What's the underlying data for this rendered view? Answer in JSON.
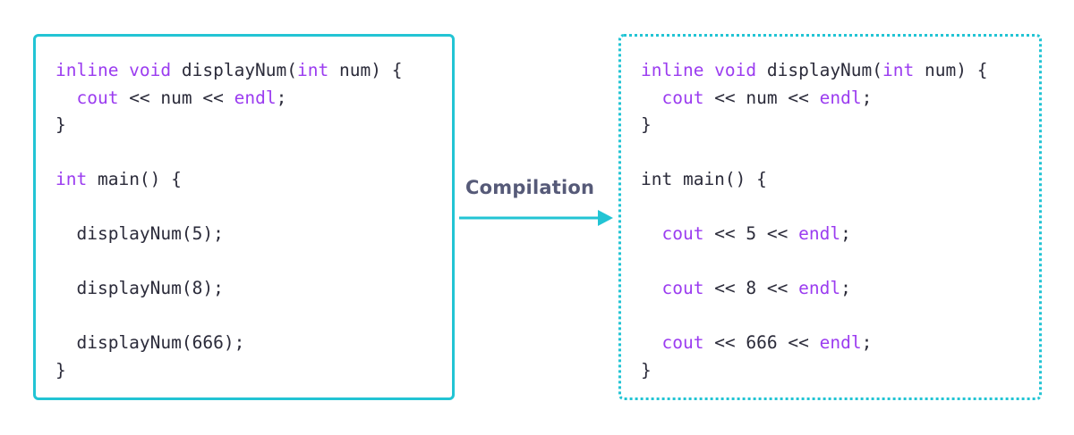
{
  "colors": {
    "border": "#22c4d4",
    "keyword": "#9b3cf0",
    "text": "#2b2b3a",
    "label": "#565a78"
  },
  "arrow": {
    "label": "Compilation"
  },
  "left_code": {
    "lines": [
      [
        {
          "t": "inline void",
          "k": true
        },
        {
          "t": " displayNum(",
          "k": false
        },
        {
          "t": "int",
          "k": true
        },
        {
          "t": " num) {",
          "k": false
        }
      ],
      [
        {
          "t": "  ",
          "k": false
        },
        {
          "t": "cout",
          "k": true
        },
        {
          "t": " << num << ",
          "k": false
        },
        {
          "t": "endl",
          "k": true
        },
        {
          "t": ";",
          "k": false
        }
      ],
      [
        {
          "t": "}",
          "k": false
        }
      ],
      [],
      [
        {
          "t": "int",
          "k": true
        },
        {
          "t": " main() {",
          "k": false
        }
      ],
      [],
      [
        {
          "t": "  displayNum(5);",
          "k": false
        }
      ],
      [],
      [
        {
          "t": "  displayNum(8);",
          "k": false
        }
      ],
      [],
      [
        {
          "t": "  displayNum(666);",
          "k": false
        }
      ],
      [
        {
          "t": "}",
          "k": false
        }
      ]
    ]
  },
  "right_code": {
    "lines": [
      [
        {
          "t": "inline void",
          "k": true
        },
        {
          "t": " displayNum(",
          "k": false
        },
        {
          "t": "int",
          "k": true
        },
        {
          "t": " num) {",
          "k": false
        }
      ],
      [
        {
          "t": "  ",
          "k": false
        },
        {
          "t": "cout",
          "k": true
        },
        {
          "t": " << num << ",
          "k": false
        },
        {
          "t": "endl",
          "k": true
        },
        {
          "t": ";",
          "k": false
        }
      ],
      [
        {
          "t": "}",
          "k": false
        }
      ],
      [],
      [
        {
          "t": "int main() {",
          "k": false
        }
      ],
      [],
      [
        {
          "t": "  ",
          "k": false
        },
        {
          "t": "cout",
          "k": true
        },
        {
          "t": " << 5 << ",
          "k": false
        },
        {
          "t": "endl",
          "k": true
        },
        {
          "t": ";",
          "k": false
        }
      ],
      [],
      [
        {
          "t": "  ",
          "k": false
        },
        {
          "t": "cout",
          "k": true
        },
        {
          "t": " << 8 << ",
          "k": false
        },
        {
          "t": "endl",
          "k": true
        },
        {
          "t": ";",
          "k": false
        }
      ],
      [],
      [
        {
          "t": "  ",
          "k": false
        },
        {
          "t": "cout",
          "k": true
        },
        {
          "t": " << 666 << ",
          "k": false
        },
        {
          "t": "endl",
          "k": true
        },
        {
          "t": ";",
          "k": false
        }
      ],
      [
        {
          "t": "}",
          "k": false
        }
      ]
    ]
  }
}
